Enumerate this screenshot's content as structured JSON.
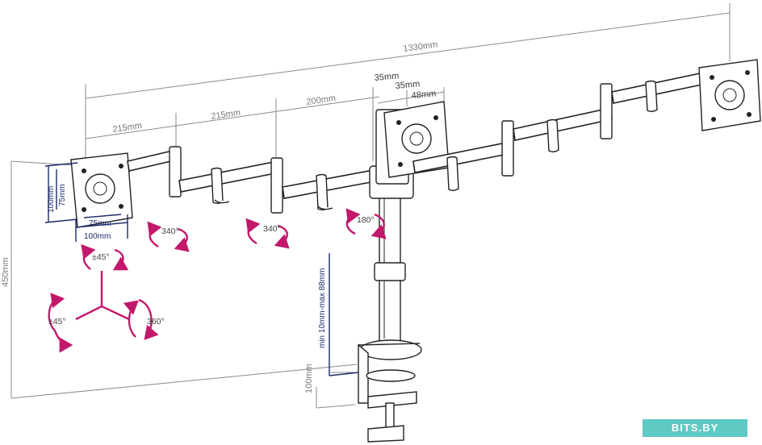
{
  "dimensions": {
    "total_width": "1330mm",
    "height_450": "450mm",
    "arm_215_a": "215mm",
    "arm_215_b": "215mm",
    "arm_200": "200mm",
    "offset_35_a": "35mm",
    "offset_35_b": "35mm",
    "offset_48": "48mm",
    "vesa_75_h": "75mm",
    "vesa_100_h": "100mm",
    "vesa_75_w": "75mm",
    "vesa_100_w": "100mm",
    "clamp_100": "100mm",
    "desk_thickness": "min 10mm-max 88mm"
  },
  "rotations": {
    "rot_340_a": "340°",
    "rot_340_b": "340°",
    "rot_180": "180°",
    "tilt_top": "±45°",
    "tilt_left": "±45°",
    "swivel_360": "360°"
  },
  "watermark": "BITS.BY",
  "colors": {
    "accent": "#c2186b",
    "navy": "#1a2a6a",
    "watermark_bg": "#5fc9c3"
  }
}
